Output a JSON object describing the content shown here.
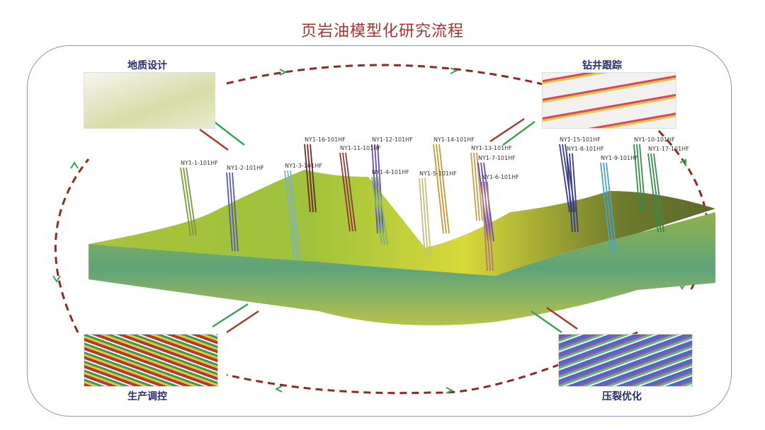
{
  "title": "页岩油模型化研究流程",
  "stages": {
    "geology_design": "地质设计",
    "drilling_tracking": "钻井跟踪",
    "production_control": "生产调控",
    "fracturing_optimization": "压裂优化"
  },
  "wells": [
    "NY1-1-101HF",
    "NY1-2-101HF",
    "NY1-3-101HF",
    "NY1-16-101HF",
    "NY1-11-101HF",
    "NY1-12-101HF",
    "NY1-4-101HF",
    "NY1-5-101HF",
    "NY1-14-101HF",
    "NY1-13-101HF",
    "NY1-7-101HF",
    "NY1-6-101HF",
    "NY1-15-101HF",
    "NY1-8-101HF",
    "NY1-9-101HF",
    "NY1-10-101HF",
    "NY1-17-101HF"
  ],
  "colors": {
    "cycle_arrow": "#8e2a22",
    "green_arrow": "#3aa356",
    "red_arrow": "#a33a2c",
    "frame": "#8a93b8"
  }
}
